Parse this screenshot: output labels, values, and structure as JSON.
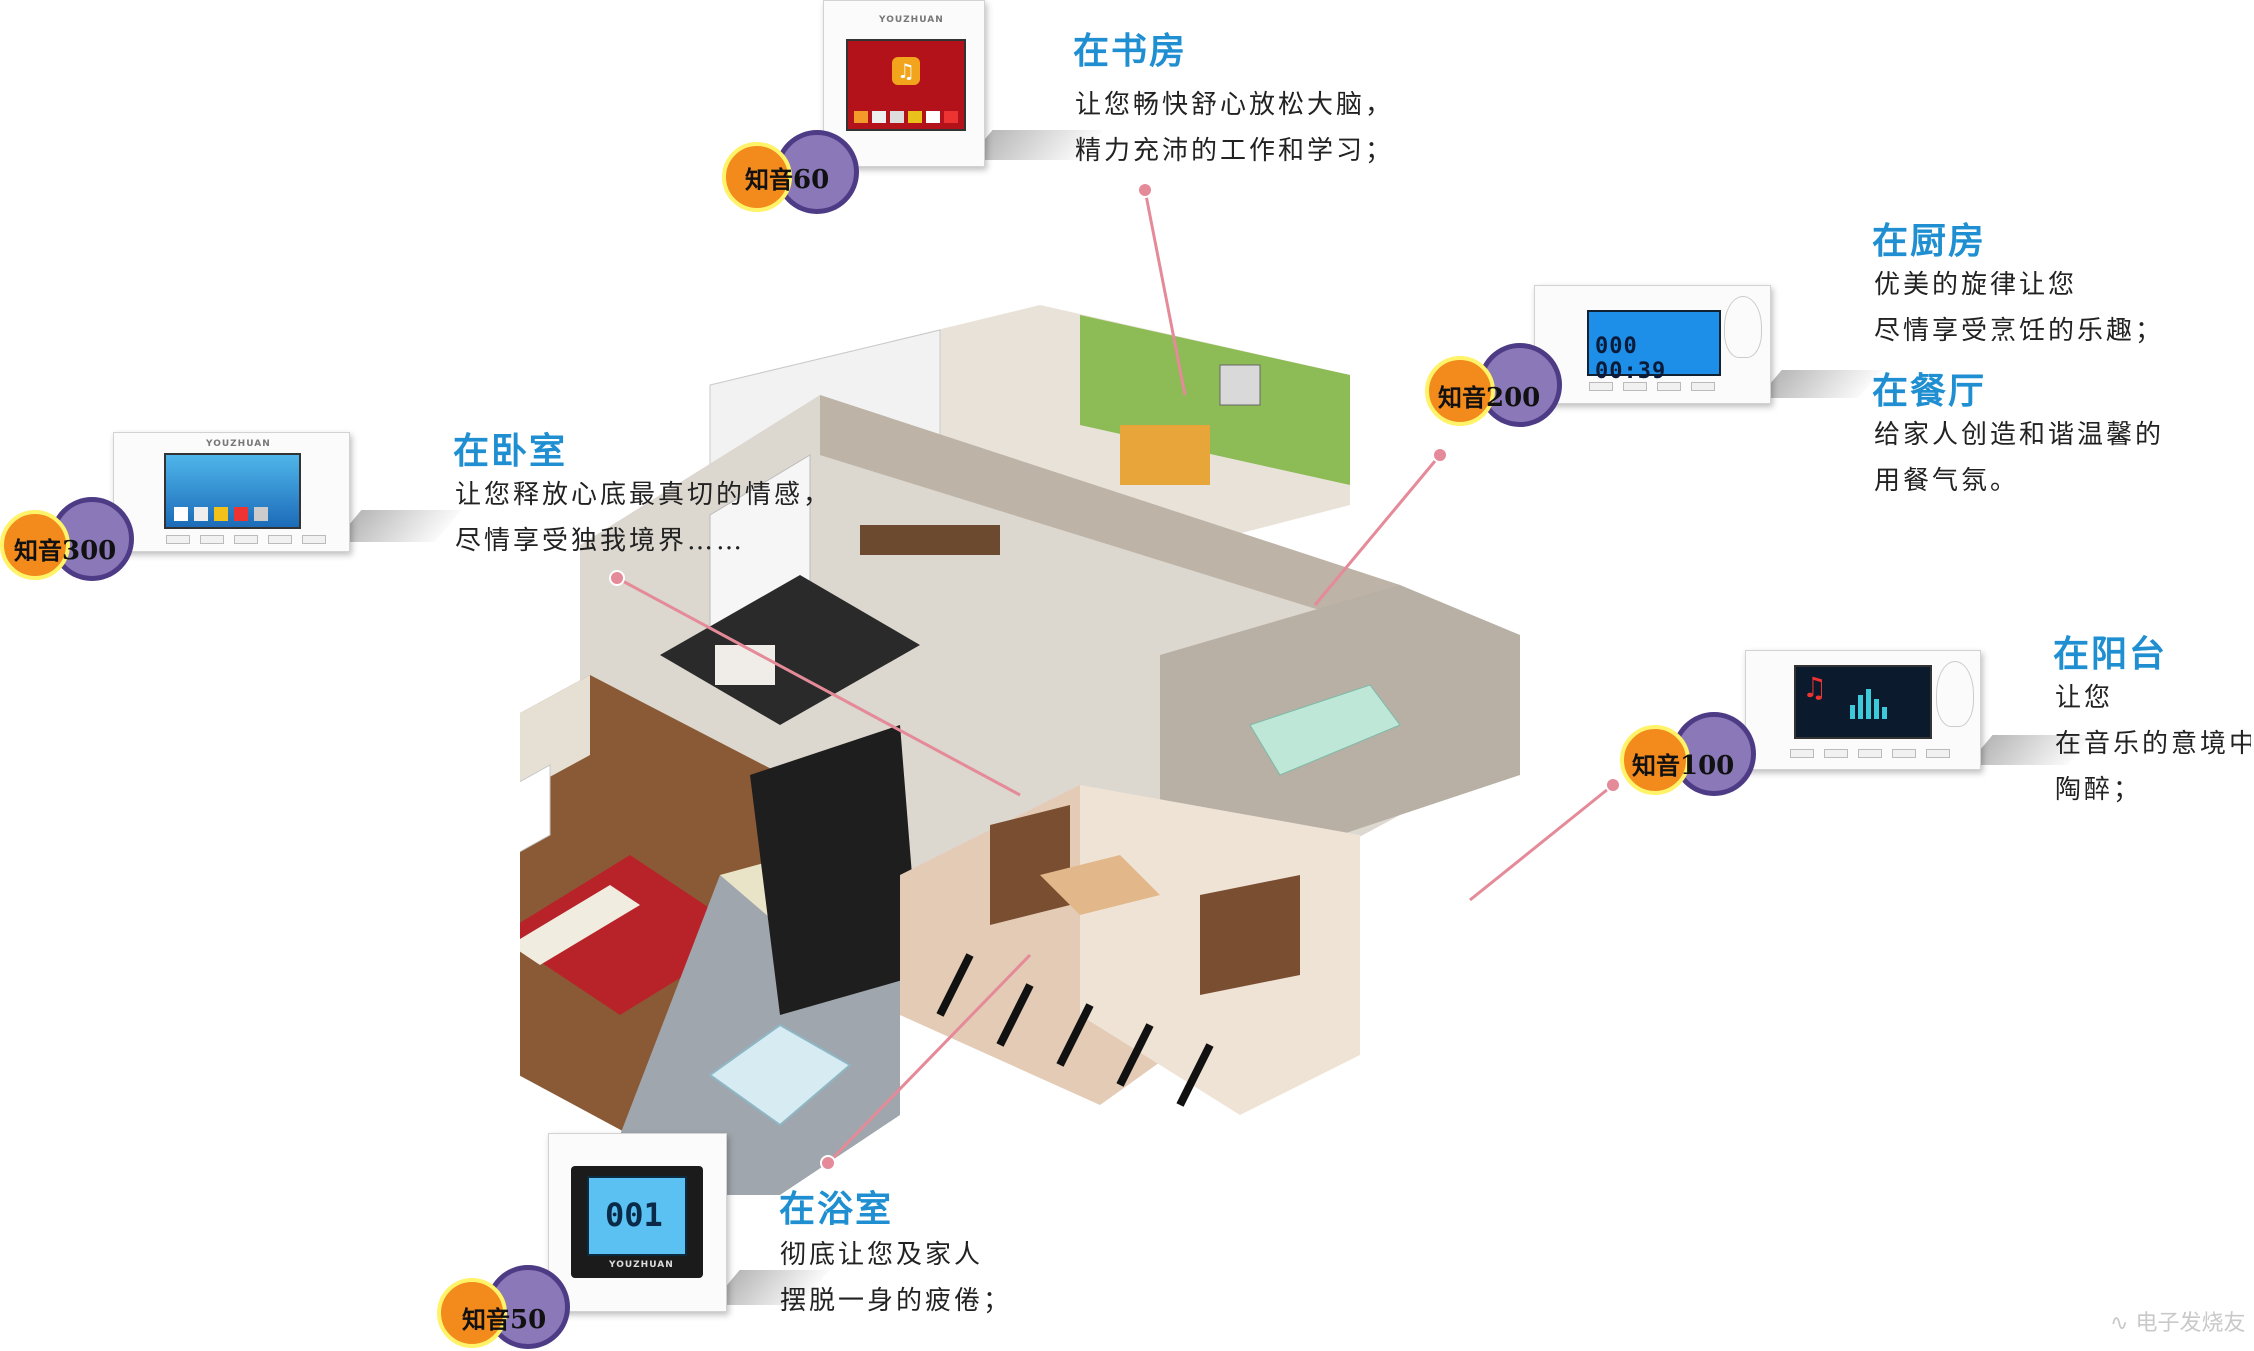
{
  "sections": {
    "study": {
      "title": "在书房",
      "lines": [
        "让您畅快舒心放松大脑，",
        "精力充沛的工作和学习；"
      ]
    },
    "kitchen": {
      "title": "在厨房",
      "lines": [
        "优美的旋律让您",
        "尽情享受烹饪的乐趣；"
      ]
    },
    "dining": {
      "title": "在餐厅",
      "lines": [
        "给家人创造和谐温馨的",
        "用餐气氛。"
      ]
    },
    "bedroom": {
      "title": "在卧室",
      "lines": [
        "让您释放心底最真切的情感，",
        "尽情享受独我境界……"
      ]
    },
    "balcony": {
      "title": "在阳台",
      "lines": [
        "让您",
        "在音乐的意境中",
        "陶醉；"
      ]
    },
    "bathroom": {
      "title": "在浴室",
      "lines": [
        "彻底让您及家人",
        "摆脱一身的疲倦；"
      ]
    }
  },
  "badges": {
    "zhiyin60": {
      "prefix": "知音",
      "number": "60"
    },
    "zhiyin200": {
      "prefix": "知音",
      "number": "200"
    },
    "zhiyin300": {
      "prefix": "知音",
      "number": "300"
    },
    "zhiyin100": {
      "prefix": "知音",
      "number": "100"
    },
    "zhiyin50": {
      "prefix": "知音",
      "number": "50"
    }
  },
  "devices": {
    "brand": "YOUZHUAN",
    "kitchen_display": "000 00:39",
    "bathroom_display": "001"
  },
  "watermark": "电子发烧友",
  "colors": {
    "title": "#1f8fd1",
    "badge_orange": "#f28a1c",
    "badge_purple": "#8a78b8",
    "pin": "#e58a98"
  }
}
